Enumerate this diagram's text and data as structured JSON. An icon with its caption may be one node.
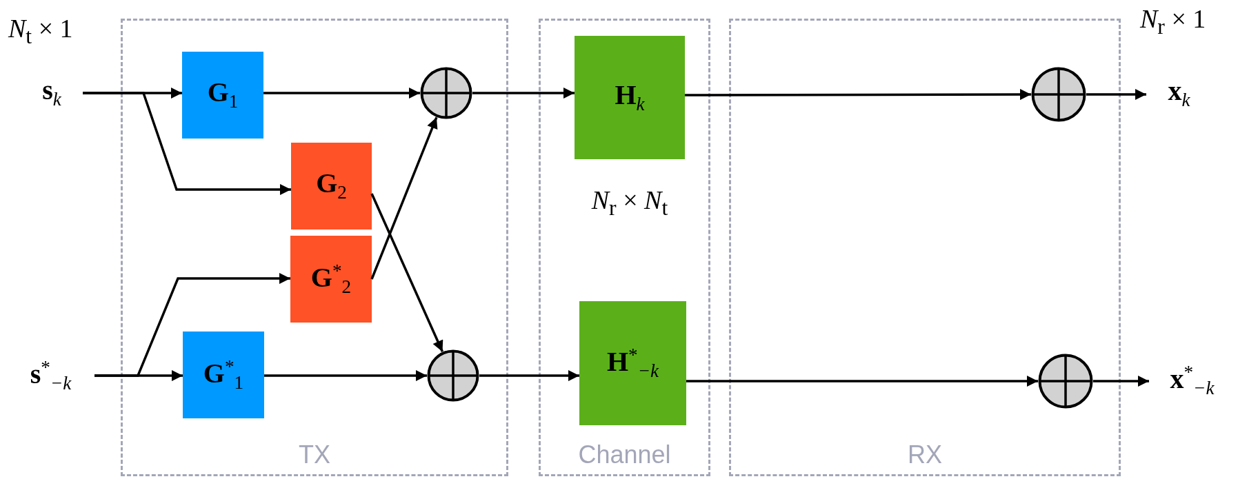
{
  "diagram": {
    "nodes": [
      {
        "text": [
          "**s**$_{k}$"
        ]
      },
      {
        "text": [
          "**s**$^{*}$$_{−k}$"
        ]
      },
      {
        "text": [
          "TX"
        ]
      },
      {
        "text": [
          "**G**$_{1}$"
        ],
        "in": 2
      },
      {
        "text": [
          "**G**$_{2}$"
        ],
        "in": 2
      },
      {
        "text": [
          "**G**$^{*}$$_{2}$"
        ],
        "in": 2
      },
      {
        "text": [
          "**G**$^{*}$$_{1}$"
        ],
        "in": 2
      },
      {
        "text": [],
        "shape": "circle",
        "in": 2
      },
      {
        "text": [],
        "shape": "circle",
        "in": 2
      },
      {
        "text": [
          "Channel"
        ]
      },
      {
        "text": [
          "**H**$_{k}$"
        ],
        "in": 9,
        "beside": [
          "*N*$_{r}$ × *N*$_{t}$"
        ]
      },
      {
        "text": [
          "**H**$^{*}$$_{−k}$"
        ],
        "in": 9
      },
      {
        "text": [
          "RX"
        ]
      },
      {
        "text": [],
        "shape": "circle",
        "in": 12
      },
      {
        "text": [],
        "shape": "circle",
        "in": 12
      },
      {
        "text": [
          "**x**$_{k}$"
        ]
      },
      {
        "text": [
          "**x**$^{*}$$_{−k}$"
        ]
      }
    ],
    "edges": [
      {
        "from": 0,
        "to": 3,
        "arrow": "to"
      },
      {
        "from": 0,
        "to": 4,
        "arrow": "to"
      },
      {
        "from": 1,
        "to": 6,
        "arrow": "to"
      },
      {
        "from": 1,
        "to": 5,
        "arrow": "to"
      },
      {
        "from": 3,
        "to": 7,
        "arrow": "to"
      },
      {
        "from": 5,
        "to": 7,
        "arrow": "to"
      },
      {
        "from": 4,
        "to": 8,
        "arrow": "to"
      },
      {
        "from": 6,
        "to": 8,
        "arrow": "to"
      },
      {
        "from": 7,
        "to": 10,
        "arrow": "to"
      },
      {
        "from": 8,
        "to": 11,
        "arrow": "to"
      },
      {
        "from": 10,
        "to": 13,
        "arrow": "to"
      },
      {
        "from": 11,
        "to": 14,
        "arrow": "to"
      },
      {
        "from": 13,
        "to": 15,
        "arrow": "to"
      },
      {
        "from": 14,
        "to": 16,
        "arrow": "to"
      }
    ],
    "labels": [
      "*N*$_{t}$ × 1",
      "*N*$_{r}$ × 1"
    ]
  }
}
